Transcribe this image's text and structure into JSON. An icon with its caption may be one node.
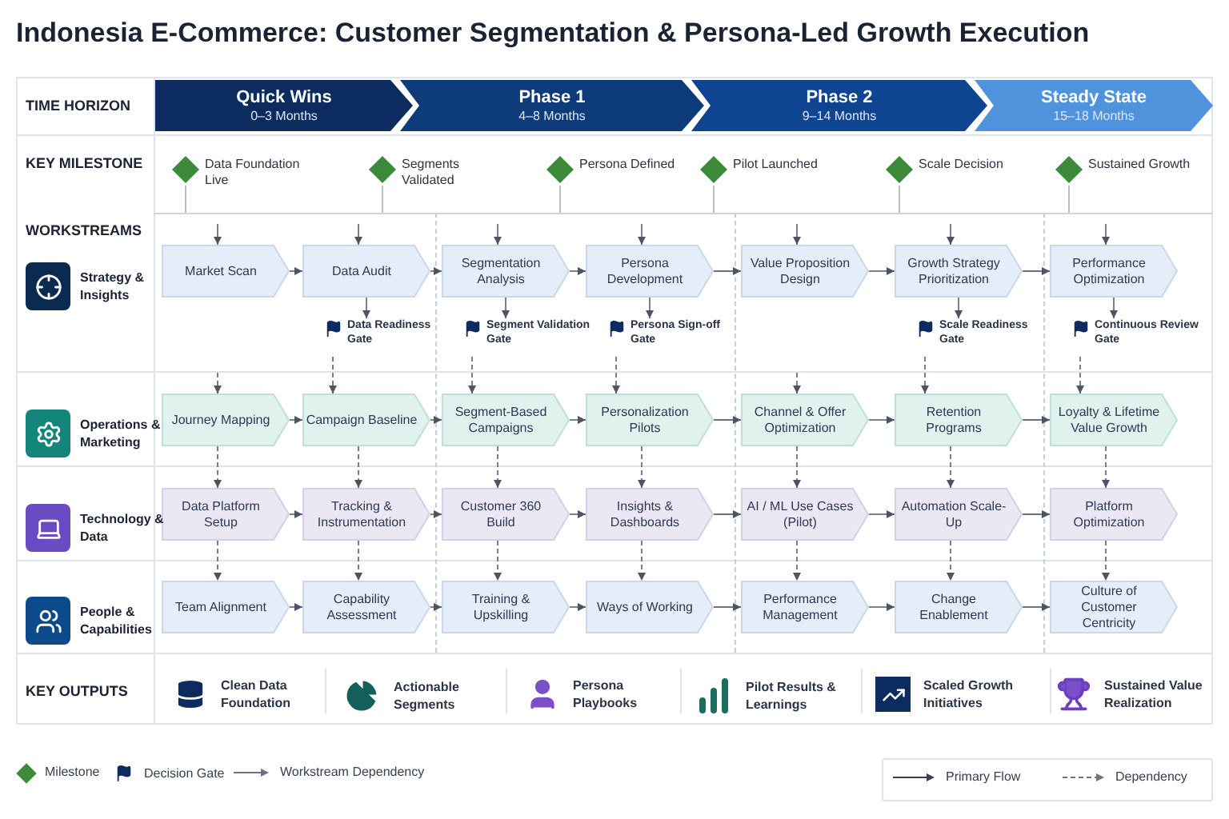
{
  "diagram": {
    "title": "Indonesia E-Commerce: Customer Segmentation & Persona-Led Growth Execution",
    "nodes": [
      {
        "text": [
          "Quick Wins",
          "0–3 Months"
        ]
      },
      {
        "text": [
          "Phase 1",
          "4–8 Months"
        ]
      },
      {
        "text": [
          "Phase 2",
          "9–14 Months"
        ]
      },
      {
        "text": [
          "Steady State",
          "15–18 Months"
        ]
      },
      {
        "text": [
          "Market Scan"
        ]
      },
      {
        "text": [
          "Data Audit"
        ]
      },
      {
        "text": [
          "Segmentation Analysis"
        ]
      },
      {
        "text": [
          "Persona Development"
        ]
      },
      {
        "text": [
          "Value Proposition Design"
        ]
      },
      {
        "text": [
          "Growth Strategy Prioritization"
        ]
      },
      {
        "text": [
          "Performance Optimization"
        ]
      },
      {
        "text": [
          "Data Readiness Gate"
        ]
      },
      {
        "text": [
          "Segment Validation Gate"
        ]
      },
      {
        "text": [
          "Persona Sign-off Gate"
        ]
      },
      {
        "text": [
          "Scale Readiness Gate"
        ]
      },
      {
        "text": [
          "Continuous Review Gate"
        ]
      },
      {
        "text": [
          "Journey Mapping"
        ]
      },
      {
        "text": [
          "Campaign Baseline"
        ]
      },
      {
        "text": [
          "Segment-Based Campaigns"
        ]
      },
      {
        "text": [
          "Personalization Pilots"
        ]
      },
      {
        "text": [
          "Channel & Offer Optimization"
        ]
      },
      {
        "text": [
          "Retention Programs"
        ]
      },
      {
        "text": [
          "Loyalty & Lifetime Value Growth"
        ]
      },
      {
        "text": [
          "Data Platform Setup"
        ]
      },
      {
        "text": [
          "Tracking & Instrumentation"
        ]
      },
      {
        "text": [
          "Customer 360 Build"
        ]
      },
      {
        "text": [
          "Insights & Dashboards"
        ]
      },
      {
        "text": [
          "AI / ML Use Cases (Pilot)"
        ]
      },
      {
        "text": [
          "Automation Scale-Up"
        ]
      },
      {
        "text": [
          "Platform Optimization"
        ]
      },
      {
        "text": [
          "Team Alignment"
        ]
      },
      {
        "text": [
          "Capability Assessment"
        ]
      },
      {
        "text": [
          "Training & Upskilling"
        ]
      },
      {
        "text": [
          "Ways of Working"
        ]
      },
      {
        "text": [
          "Performance Management"
        ]
      },
      {
        "text": [
          "Change Enablement"
        ]
      },
      {
        "text": [
          "Culture of Customer Centricity"
        ]
      }
    ],
    "edges": [
      {
        "from": null,
        "to": 4,
        "arrow": "to"
      },
      {
        "from": null,
        "to": 5,
        "arrow": "to"
      },
      {
        "from": null,
        "to": 6,
        "arrow": "to"
      },
      {
        "from": null,
        "to": 7,
        "arrow": "to"
      },
      {
        "from": null,
        "to": 8,
        "arrow": "to"
      },
      {
        "from": null,
        "to": 9,
        "arrow": "to"
      },
      {
        "from": null,
        "to": 10,
        "arrow": "to"
      },
      {
        "from": 4,
        "to": 5,
        "arrow": "to"
      },
      {
        "from": 5,
        "to": 6,
        "arrow": "to"
      },
      {
        "from": 6,
        "to": 7,
        "arrow": "to"
      },
      {
        "from": 7,
        "to": 8,
        "arrow": "to"
      },
      {
        "from": 8,
        "to": 9,
        "arrow": "to"
      },
      {
        "from": 9,
        "to": 10,
        "arrow": "to"
      },
      {
        "from": 5,
        "to": 11,
        "arrow": "to"
      },
      {
        "from": 6,
        "to": 12,
        "arrow": "to"
      },
      {
        "from": 7,
        "to": 13,
        "arrow": "to"
      },
      {
        "from": 9,
        "to": 14,
        "arrow": "to"
      },
      {
        "from": 10,
        "to": 15,
        "arrow": "to"
      },
      {
        "from": 11,
        "to": 17,
        "arrow": "to",
        "style": "dashed"
      },
      {
        "from": 12,
        "to": 18,
        "arrow": "to",
        "style": "dashed"
      },
      {
        "from": 13,
        "to": 19,
        "arrow": "to",
        "style": "dashed"
      },
      {
        "from": 14,
        "to": 21,
        "arrow": "to",
        "style": "dashed"
      },
      {
        "from": 15,
        "to": 22,
        "arrow": "to",
        "style": "dashed"
      },
      {
        "from": null,
        "to": 16,
        "arrow": "to",
        "style": "dashed"
      },
      {
        "from": null,
        "to": 20,
        "arrow": "to",
        "style": "dashed"
      },
      {
        "from": 16,
        "to": 17,
        "arrow": "to"
      },
      {
        "from": 17,
        "to": 18,
        "arrow": "to"
      },
      {
        "from": 18,
        "to": 19,
        "arrow": "to"
      },
      {
        "from": 19,
        "to": 20,
        "arrow": "to"
      },
      {
        "from": 20,
        "to": 21,
        "arrow": "to"
      },
      {
        "from": 21,
        "to": 22,
        "arrow": "to"
      },
      {
        "from": 16,
        "to": 23,
        "arrow": "to",
        "style": "dashed"
      },
      {
        "from": 17,
        "to": 24,
        "arrow": "to",
        "style": "dashed"
      },
      {
        "from": 18,
        "to": 25,
        "arrow": "to",
        "style": "dashed"
      },
      {
        "from": 19,
        "to": 26,
        "arrow": "to",
        "style": "dashed"
      },
      {
        "from": 20,
        "to": 27,
        "arrow": "to",
        "style": "dashed"
      },
      {
        "from": 21,
        "to": 28,
        "arrow": "to",
        "style": "dashed"
      },
      {
        "from": 22,
        "to": 29,
        "arrow": "to",
        "style": "dashed"
      },
      {
        "from": 23,
        "to": 24,
        "arrow": "to"
      },
      {
        "from": 24,
        "to": 25,
        "arrow": "to"
      },
      {
        "from": 25,
        "to": 26,
        "arrow": "to"
      },
      {
        "from": 26,
        "to": 27,
        "arrow": "to"
      },
      {
        "from": 27,
        "to": 28,
        "arrow": "to"
      },
      {
        "from": 28,
        "to": 29,
        "arrow": "to"
      },
      {
        "from": 23,
        "to": 30,
        "arrow": "to",
        "style": "dashed"
      },
      {
        "from": 24,
        "to": 31,
        "arrow": "to",
        "style": "dashed"
      },
      {
        "from": 25,
        "to": 32,
        "arrow": "to",
        "style": "dashed"
      },
      {
        "from": 26,
        "to": 33,
        "arrow": "to",
        "style": "dashed"
      },
      {
        "from": 27,
        "to": 34,
        "arrow": "to",
        "style": "dashed"
      },
      {
        "from": 28,
        "to": 35,
        "arrow": "to",
        "style": "dashed"
      },
      {
        "from": 29,
        "to": 36,
        "arrow": "to",
        "style": "dashed"
      },
      {
        "from": 30,
        "to": 31,
        "arrow": "to"
      },
      {
        "from": 31,
        "to": 32,
        "arrow": "to"
      },
      {
        "from": 32,
        "to": 33,
        "arrow": "to"
      },
      {
        "from": 33,
        "to": 34,
        "arrow": "to"
      },
      {
        "from": 34,
        "to": 35,
        "arrow": "to"
      },
      {
        "from": 35,
        "to": 36,
        "arrow": "to"
      }
    ],
    "labels": [
      "TIME HORIZON",
      "KEY MILESTONE",
      "Data Foundation Live",
      "Segments Validated",
      "Persona Defined",
      "Pilot Launched",
      "Scale Decision",
      "Sustained Growth",
      "WORKSTREAMS",
      "Strategy & Insights",
      "Operations & Marketing",
      "Technology & Data",
      "People & Capabilities",
      "KEY OUTPUTS",
      "Clean Data Foundation",
      "Actionable Segments",
      "Persona Playbooks",
      "Pilot Results & Learnings",
      "Scaled Growth Initiatives",
      "Sustained Value Realization"
    ],
    "legend": [
      {
        "text": "Milestone"
      },
      {
        "text": "Decision Gate"
      },
      {
        "text": "Workstream Dependency"
      },
      {
        "text": "Primary Flow"
      },
      {
        "text": "Dependency"
      }
    ]
  }
}
